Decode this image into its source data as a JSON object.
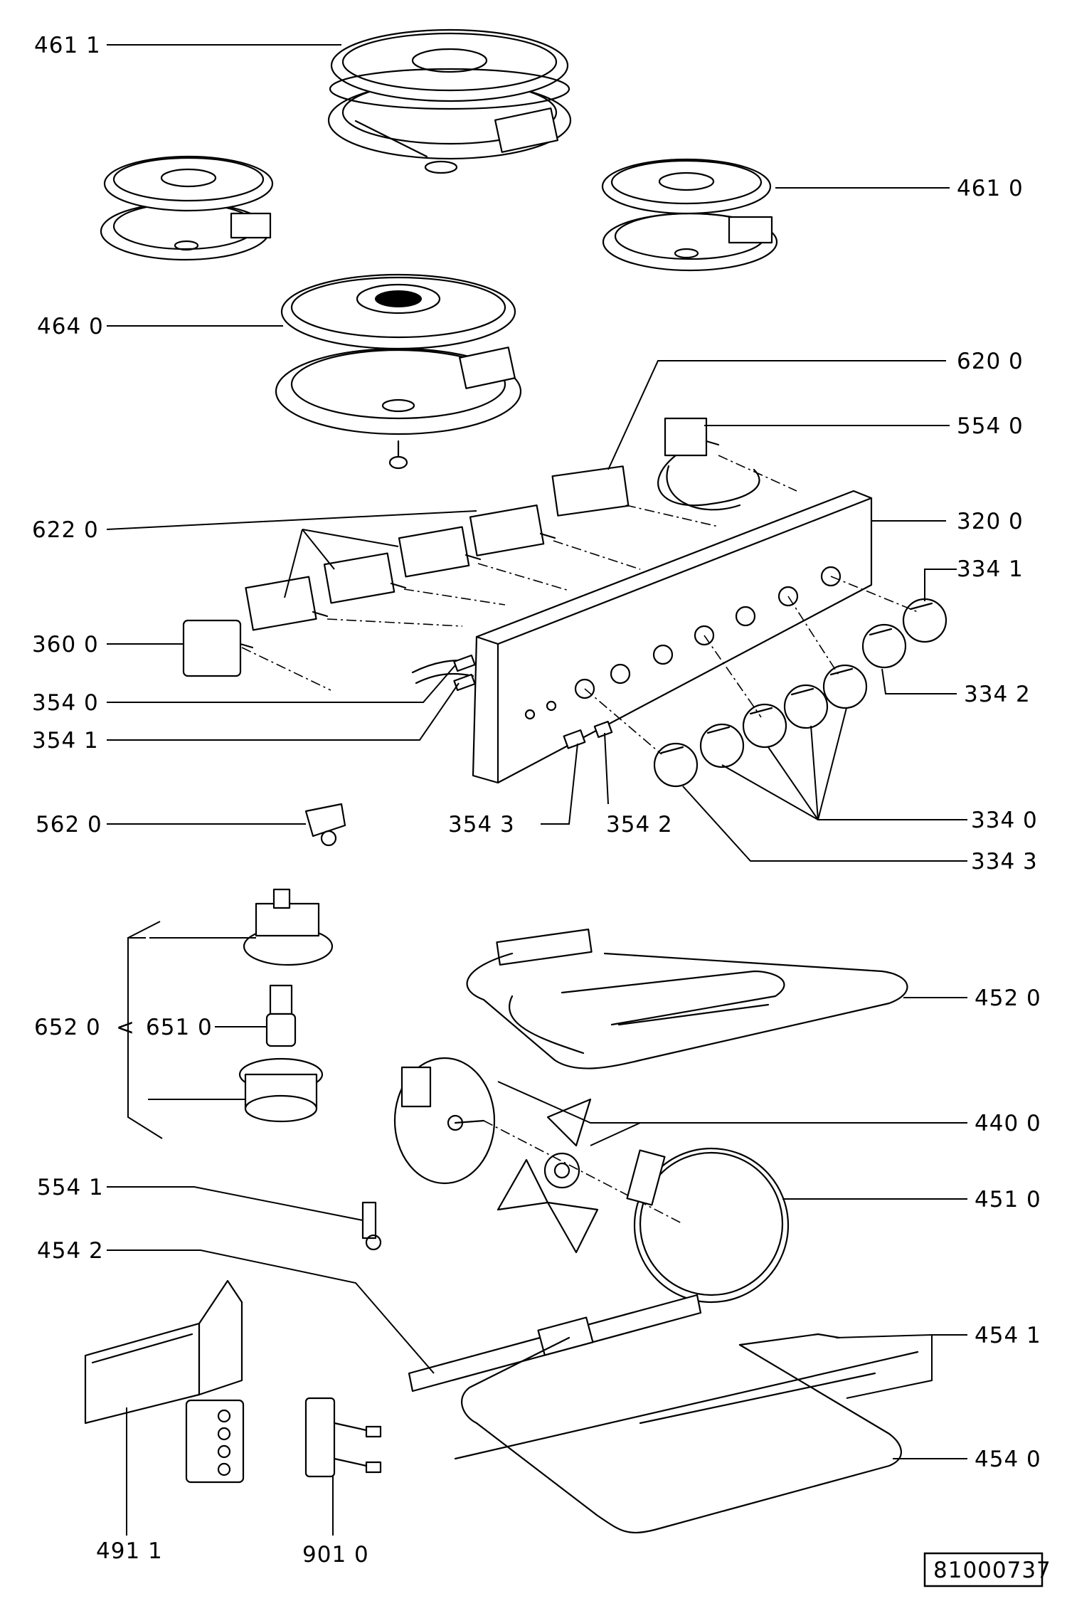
{
  "diagram_code": "81000737",
  "callouts": [
    {
      "id": "c4611",
      "text": "461 1"
    },
    {
      "id": "c4610",
      "text": "461 0"
    },
    {
      "id": "c4640",
      "text": "464 0"
    },
    {
      "id": "c6200",
      "text": "620 0"
    },
    {
      "id": "c5540",
      "text": "554 0"
    },
    {
      "id": "c6220",
      "text": "622 0"
    },
    {
      "id": "c3200",
      "text": "320 0"
    },
    {
      "id": "c3341",
      "text": "334 1"
    },
    {
      "id": "c3600",
      "text": "360 0"
    },
    {
      "id": "c3540",
      "text": "354 0"
    },
    {
      "id": "c3342",
      "text": "334 2"
    },
    {
      "id": "c3541",
      "text": "354 1"
    },
    {
      "id": "c5620",
      "text": "562 0"
    },
    {
      "id": "c3543",
      "text": "354 3"
    },
    {
      "id": "c3542",
      "text": "354 2"
    },
    {
      "id": "c3340",
      "text": "334 0"
    },
    {
      "id": "c3343",
      "text": "334 3"
    },
    {
      "id": "c4520",
      "text": "452 0"
    },
    {
      "id": "c6520",
      "text": "652 0"
    },
    {
      "id": "c6510",
      "text": "651 0"
    },
    {
      "id": "c4400",
      "text": "440 0"
    },
    {
      "id": "c5541",
      "text": "554 1"
    },
    {
      "id": "c4510",
      "text": "451 0"
    },
    {
      "id": "c4542",
      "text": "454 2"
    },
    {
      "id": "c4541",
      "text": "454 1"
    },
    {
      "id": "c4540",
      "text": "454 0"
    },
    {
      "id": "c4911",
      "text": "491 1"
    },
    {
      "id": "c9010",
      "text": "901 0"
    }
  ]
}
